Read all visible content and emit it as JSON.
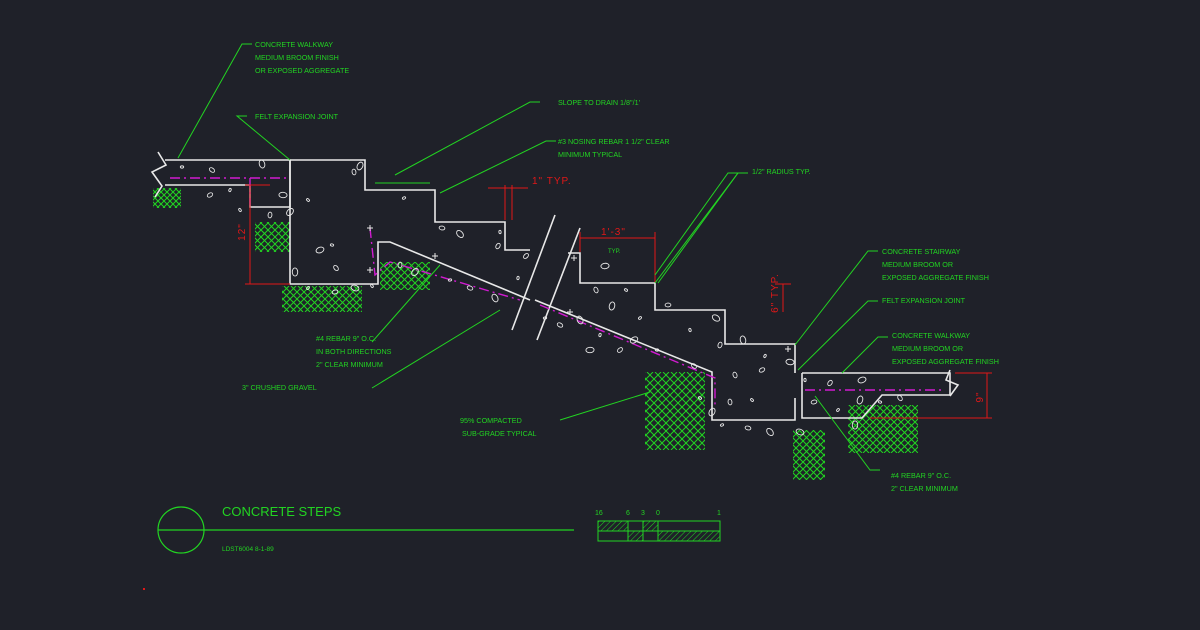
{
  "title": "CONCRETE STEPS",
  "drawing_number": "LDST6004",
  "drawing_date": "8-1-89",
  "annotations": {
    "walkway_top": [
      "CONCRETE WALKWAY",
      "MEDIUM BROOM FINISH",
      "OR EXPOSED AGGREGATE"
    ],
    "felt_joint_top": [
      "FELT EXPANSION JOINT"
    ],
    "slope": [
      "SLOPE TO DRAIN 1/8\"/1'"
    ],
    "nosing": [
      "#3 NOSING REBAR 1 1/2\" CLEAR",
      "MINIMUM TYPICAL"
    ],
    "radius": [
      "1/2\" RADIUS TYP."
    ],
    "stairway": [
      "CONCRETE STAIRWAY",
      "MEDIUM BROOM OR",
      "EXPOSED AGGREGATE FINISH"
    ],
    "felt_joint_bottom": [
      "FELT EXPANSION JOINT"
    ],
    "walkway_bottom": [
      "CONCRETE WALKWAY",
      "MEDIUM BROOM OR",
      "EXPOSED AGGREGATE FINISH"
    ],
    "rebar_main": [
      "#4 REBAR 9\" O.C.",
      "IN BOTH DIRECTIONS",
      "2\" CLEAR MINIMUM"
    ],
    "gravel": [
      "3\" CRUSHED GRAVEL"
    ],
    "subgrade": [
      "95% COMPACTED",
      "SUB-GRADE TYPICAL"
    ],
    "rebar_bottom": [
      "#4 REBAR 9\" O.C.",
      "2\" CLEAR MINIMUM"
    ]
  },
  "dimensions": {
    "typ_1": "1\" TYP.",
    "tread": "1'-3\"",
    "tread_typ": "TYP.",
    "riser": "6\" TYP.",
    "left_depth": "12\"",
    "right_depth": "9\""
  },
  "scale_bar": {
    "labels": [
      "16",
      "6",
      "3",
      "0",
      "1"
    ]
  },
  "colors": {
    "background": "#1f2129",
    "annotation": "#22d422",
    "concrete": "#e8e8e8",
    "rebar": "#d01bd0",
    "dimension": "#e01818"
  }
}
